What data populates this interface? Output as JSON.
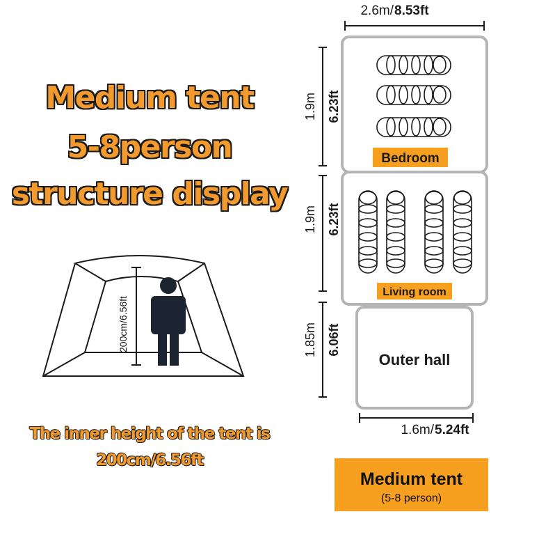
{
  "title": {
    "line1": "Medium tent",
    "line2": "5-8person",
    "line3": "structure display"
  },
  "height_diagram": {
    "height_label": "200cm/6.56ft"
  },
  "caption": {
    "line1": "The inner height of the tent is",
    "line2": "200cm/6.56ft"
  },
  "floor_plan": {
    "top_width_m": "2.6m/",
    "top_width_ft": "8.53ft",
    "bottom_width_m": "1.6m/",
    "bottom_width_ft": "5.24ft",
    "rooms": [
      {
        "name": "Bedroom",
        "length_m": "1.9m",
        "length_ft": "6.23ft"
      },
      {
        "name": "Living room",
        "length_m": "1.9m",
        "length_ft": "6.23ft"
      },
      {
        "name": "Outer hall",
        "length_m": "1.85m",
        "length_ft": "6.06ft"
      }
    ]
  },
  "legend": {
    "title": "Medium tent",
    "subtitle": "(5-8 person)"
  },
  "colors": {
    "accent": "#f7a01f",
    "outline": "#b5b5b5",
    "ink": "#1b1b1b",
    "figure": "#1c2331"
  }
}
